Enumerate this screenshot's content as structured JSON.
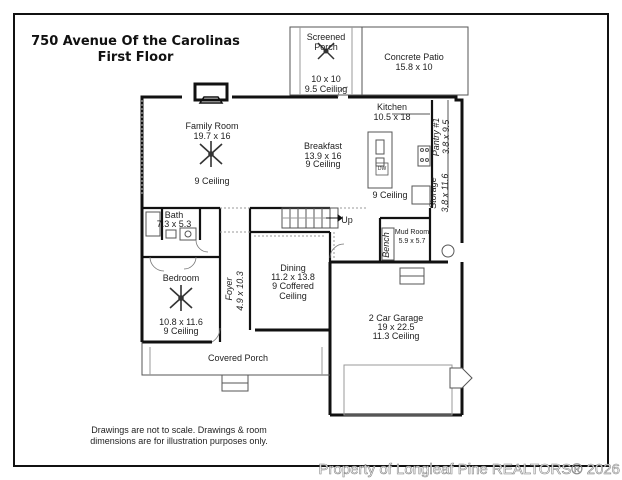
{
  "title": {
    "line1": "750 Avenue Of the Carolinas",
    "line2": "First Floor"
  },
  "rooms": {
    "screened_porch": {
      "name": "Screened\nPorch",
      "size": "10 x 10",
      "ceiling": "9.5 Ceiling"
    },
    "concrete_patio": {
      "name": "Concrete Patio",
      "size": "15.8 x 10"
    },
    "family_room": {
      "name": "Family Room",
      "size": "19.7 x 16",
      "ceiling": "9 Ceiling"
    },
    "kitchen": {
      "name": "Kitchen",
      "size": "10.5 x 18"
    },
    "breakfast": {
      "name": "Breakfast",
      "size": "13.9 x 16",
      "ceiling": "9 Ceiling"
    },
    "kitchen_ceiling": "9 Ceiling",
    "pantry": {
      "name": "Pantry #1",
      "size": "3.8 x 9.5"
    },
    "storage": {
      "name": "Storage",
      "size": "3.8 x 11.6"
    },
    "bath": {
      "name": "Bath",
      "size": "7.3 x 5.3"
    },
    "up": "Up",
    "bench": "Bench",
    "mud_room": {
      "name": "Mud Room",
      "size": "5.9 x 5.7"
    },
    "bedroom": {
      "name": "Bedroom",
      "size": "10.8 x 11.6",
      "ceiling": "9 Ceiling"
    },
    "foyer": {
      "name": "Foyer",
      "size": "4.9 x 10.3"
    },
    "dining": {
      "name": "Dining",
      "size": "11.2 x 13.8",
      "ceiling": "9 Coffered\nCeiling"
    },
    "garage": {
      "name": "2 Car Garage",
      "size": "19 x 22.5",
      "ceiling": "11.3 Ceiling"
    },
    "covered_porch": {
      "name": "Covered Porch"
    },
    "dw": "DW"
  },
  "disclaimer": "Drawings are not to scale. Drawings & room\ndimensions are for illustration purposes only.",
  "watermark": "Property of Longleaf Pine REALTORS® 2026",
  "colors": {
    "wall": "#111111",
    "line": "#555555",
    "dashed": "#999999"
  }
}
